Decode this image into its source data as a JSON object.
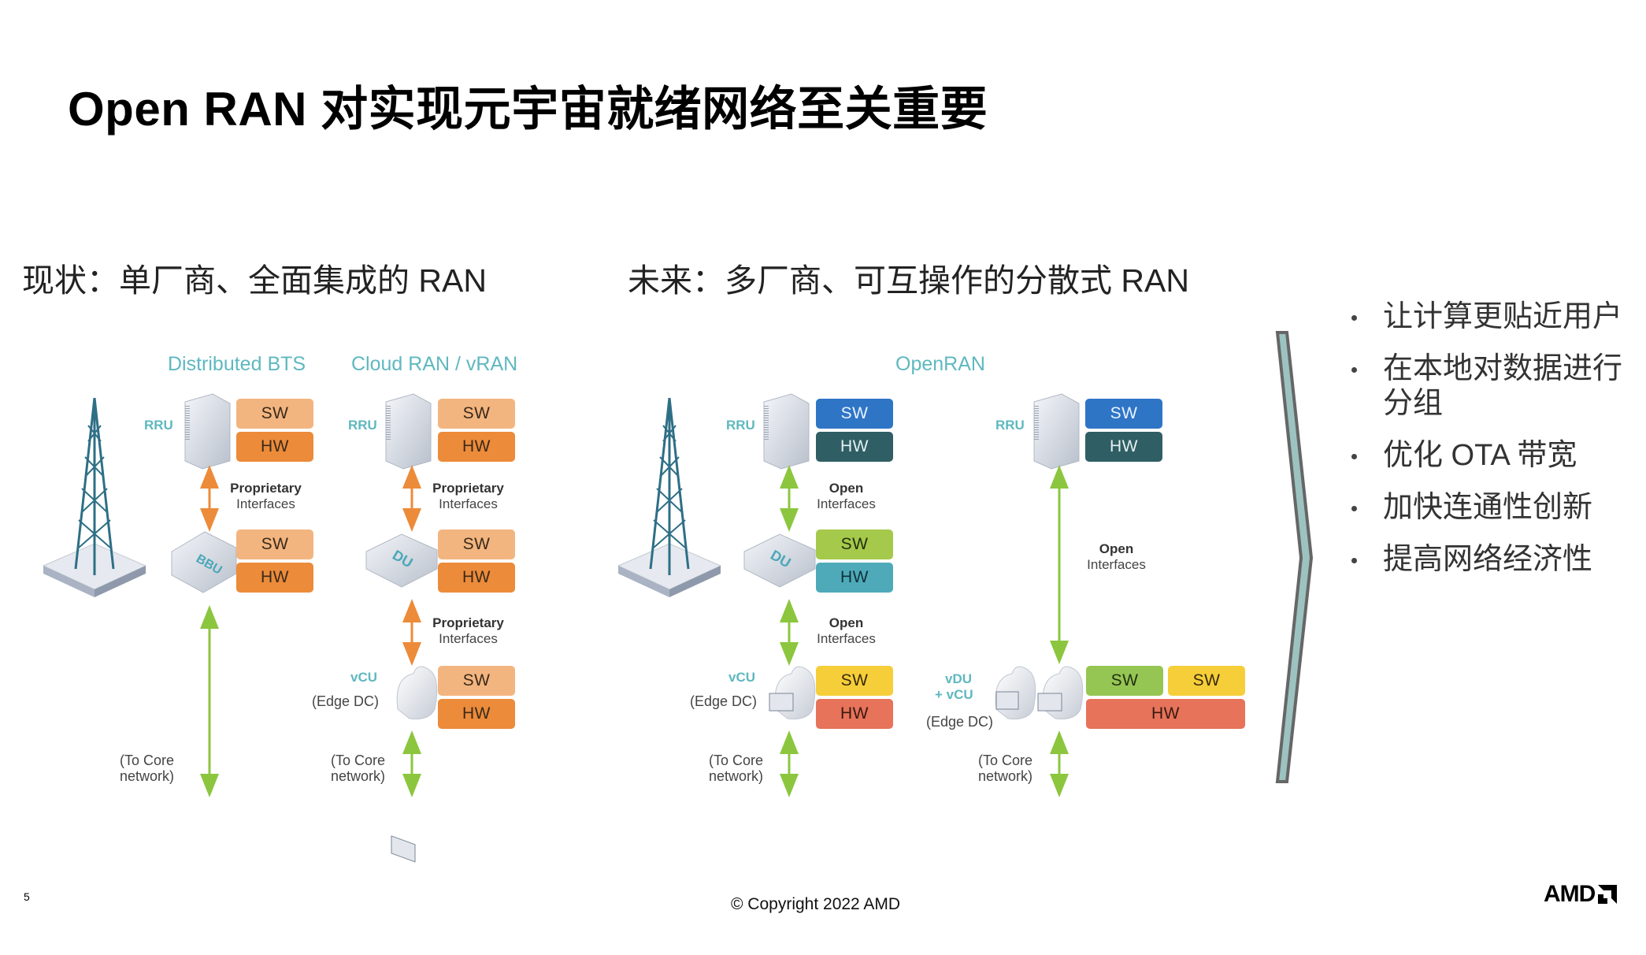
{
  "slide": {
    "title": "Open RAN 对实现元宇宙就绪网络至关重要",
    "page_number": "5",
    "copyright": "© Copyright 2022 AMD",
    "logo": "AMD"
  },
  "left_section": {
    "heading": "现状：单厂商、全面集成的 RAN",
    "diagram_titles": [
      "Distributed BTS",
      "Cloud RAN / vRAN"
    ],
    "distributed_bts": {
      "rru_label": "RRU",
      "rru_stack": {
        "sw": "SW",
        "hw": "HW"
      },
      "interface": {
        "bold": "Proprietary",
        "normal": "Interfaces"
      },
      "bbu_stack": {
        "sw": "SW",
        "hw": "HW"
      },
      "core": "(To Core\nnetwork)"
    },
    "cloud_ran": {
      "rru_label": "RRU",
      "rru_stack": {
        "sw": "SW",
        "hw": "HW"
      },
      "interface1": {
        "bold": "Proprietary",
        "normal": "Interfaces"
      },
      "du_stack": {
        "sw": "SW",
        "hw": "HW"
      },
      "interface2": {
        "bold": "Proprietary",
        "normal": "Interfaces"
      },
      "vcu_label": "vCU",
      "edge_label": "(Edge DC)",
      "vcu_stack": {
        "sw": "SW",
        "hw": "HW"
      },
      "core": "(To Core\nnetwork)"
    }
  },
  "right_section": {
    "heading": "未来：多厂商、可互操作的分散式 RAN",
    "diagram_title": "OpenRAN",
    "openran_a": {
      "rru_label": "RRU",
      "rru_stack": {
        "sw": "SW",
        "hw": "HW"
      },
      "interface1": {
        "bold": "Open",
        "normal": "Interfaces"
      },
      "du_stack": {
        "sw": "SW",
        "hw": "HW"
      },
      "interface2": {
        "bold": "Open",
        "normal": "Interfaces"
      },
      "vcu_label": "vCU",
      "edge_label": "(Edge DC)",
      "vcu_stack": {
        "sw": "SW",
        "hw": "HW"
      },
      "core": "(To Core\nnetwork)"
    },
    "openran_b": {
      "rru_label": "RRU",
      "rru_stack": {
        "sw": "SW",
        "hw": "HW"
      },
      "interface": {
        "bold": "Open",
        "normal": "Interfaces"
      },
      "vdu_vcu_label_1": "vDU",
      "vdu_vcu_label_2": "+ vCU",
      "edge_label": "(Edge DC)",
      "combined_stack": {
        "sw1": "SW",
        "sw2": "SW",
        "hw": "HW"
      },
      "core": "(To Core\nnetwork)"
    }
  },
  "benefits": [
    "让计算更贴近用户",
    "在本地对数据进行分组",
    "优化 OTA 带宽",
    "加快连通性创新",
    "提高网络经济性"
  ],
  "colors": {
    "diagram_title": "#5fb8bf",
    "proprietary_arrow": "#ec8b3a",
    "open_arrow": "#8cc63f",
    "bracket_fill": "#9cc3c0",
    "bracket_stroke": "#666666"
  }
}
